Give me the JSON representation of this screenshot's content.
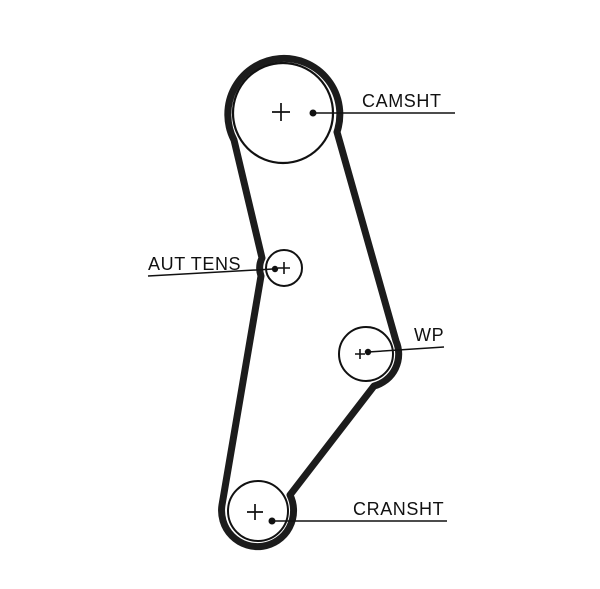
{
  "diagram": {
    "colors": {
      "background": "#ffffff",
      "belt": "#1c1c1c",
      "line": "#111111",
      "pulley_fill": "#ffffff"
    },
    "labels": {
      "camshaft": "CAMSHT",
      "tensioner": "AUT TENS",
      "water_pump": "WP",
      "crankshaft": "CRANSHT"
    }
  }
}
